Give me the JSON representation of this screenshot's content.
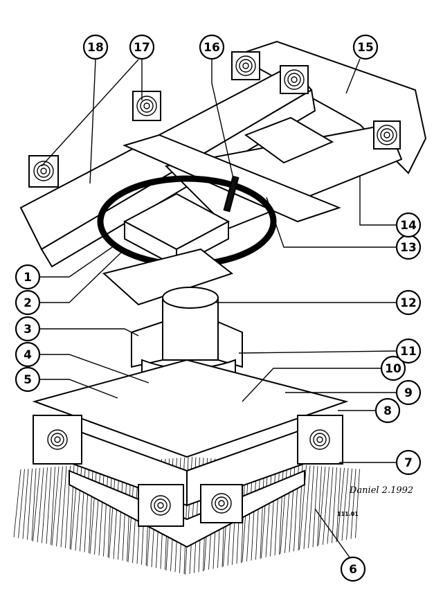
{
  "diagram": {
    "callouts": [
      "1",
      "2",
      "3",
      "4",
      "5",
      "6",
      "7",
      "8",
      "9",
      "10",
      "11",
      "12",
      "13",
      "14",
      "15",
      "16",
      "17",
      "18"
    ],
    "drawing_number": "111.01",
    "signature": "Daniel 2.1992"
  }
}
